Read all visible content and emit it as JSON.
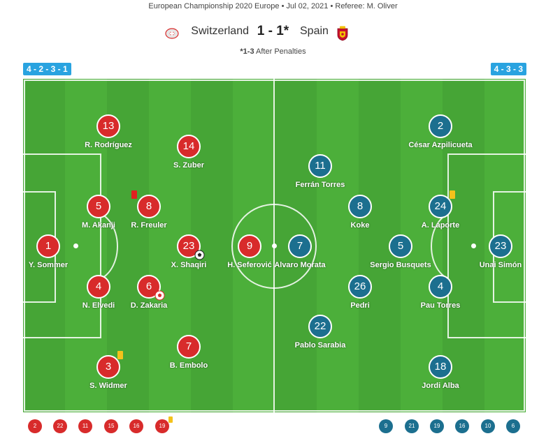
{
  "header": {
    "subtitle": "European Championship 2020 Europe • Jul 02, 2021 • Referee: M. Oliver",
    "home_team": "Switzerland",
    "away_team": "Spain",
    "score": "1 - 1*",
    "penalty_prefix": "*1-3",
    "penalty_text": " After Penalties",
    "home_crest_icon": "switzerland-crest-icon",
    "away_crest_icon": "spain-crest-icon"
  },
  "formations": {
    "home": "4 - 2 - 3 - 1",
    "away": "4 - 3 - 3"
  },
  "colors": {
    "home": "#d82b2b",
    "away": "#1c6f8f",
    "pitch": "#4caf3a",
    "formation_badge": "#29a3e0",
    "yellow_card": "#f4c21b",
    "red_card": "#e02020"
  },
  "home_players": [
    {
      "number": "1",
      "name": "Y. Sommer"
    },
    {
      "number": "13",
      "name": "R. Rodríguez"
    },
    {
      "number": "5",
      "name": "M. Akanji"
    },
    {
      "number": "4",
      "name": "N. Elvedi"
    },
    {
      "number": "3",
      "name": "S. Widmer",
      "card": "yellow"
    },
    {
      "number": "14",
      "name": "S. Zuber"
    },
    {
      "number": "8",
      "name": "R. Freuler",
      "card": "red"
    },
    {
      "number": "6",
      "name": "D. Zakaria",
      "event": "own-goal-icon"
    },
    {
      "number": "23",
      "name": "X. Shaqiri",
      "event": "goal-ball-icon"
    },
    {
      "number": "7",
      "name": "B. Embolo"
    },
    {
      "number": "9",
      "name": "H. Seferović"
    }
  ],
  "away_players": [
    {
      "number": "23",
      "name": "Unai Simón"
    },
    {
      "number": "2",
      "name": "César Azpilicueta"
    },
    {
      "number": "24",
      "name": "A. Laporte",
      "card": "yellow"
    },
    {
      "number": "4",
      "name": "Pau Torres"
    },
    {
      "number": "18",
      "name": "Jordi Alba"
    },
    {
      "number": "8",
      "name": "Koke"
    },
    {
      "number": "5",
      "name": "Sergio Busquets"
    },
    {
      "number": "26",
      "name": "Pedri"
    },
    {
      "number": "11",
      "name": "Ferrán Torres"
    },
    {
      "number": "7",
      "name": "Alvaro Morata"
    },
    {
      "number": "22",
      "name": "Pablo Sarabia"
    }
  ],
  "home_subs": [
    "2",
    "22",
    "11",
    "15",
    "16",
    "19"
  ],
  "away_subs": [
    "9",
    "21",
    "19",
    "16",
    "10",
    "6"
  ]
}
